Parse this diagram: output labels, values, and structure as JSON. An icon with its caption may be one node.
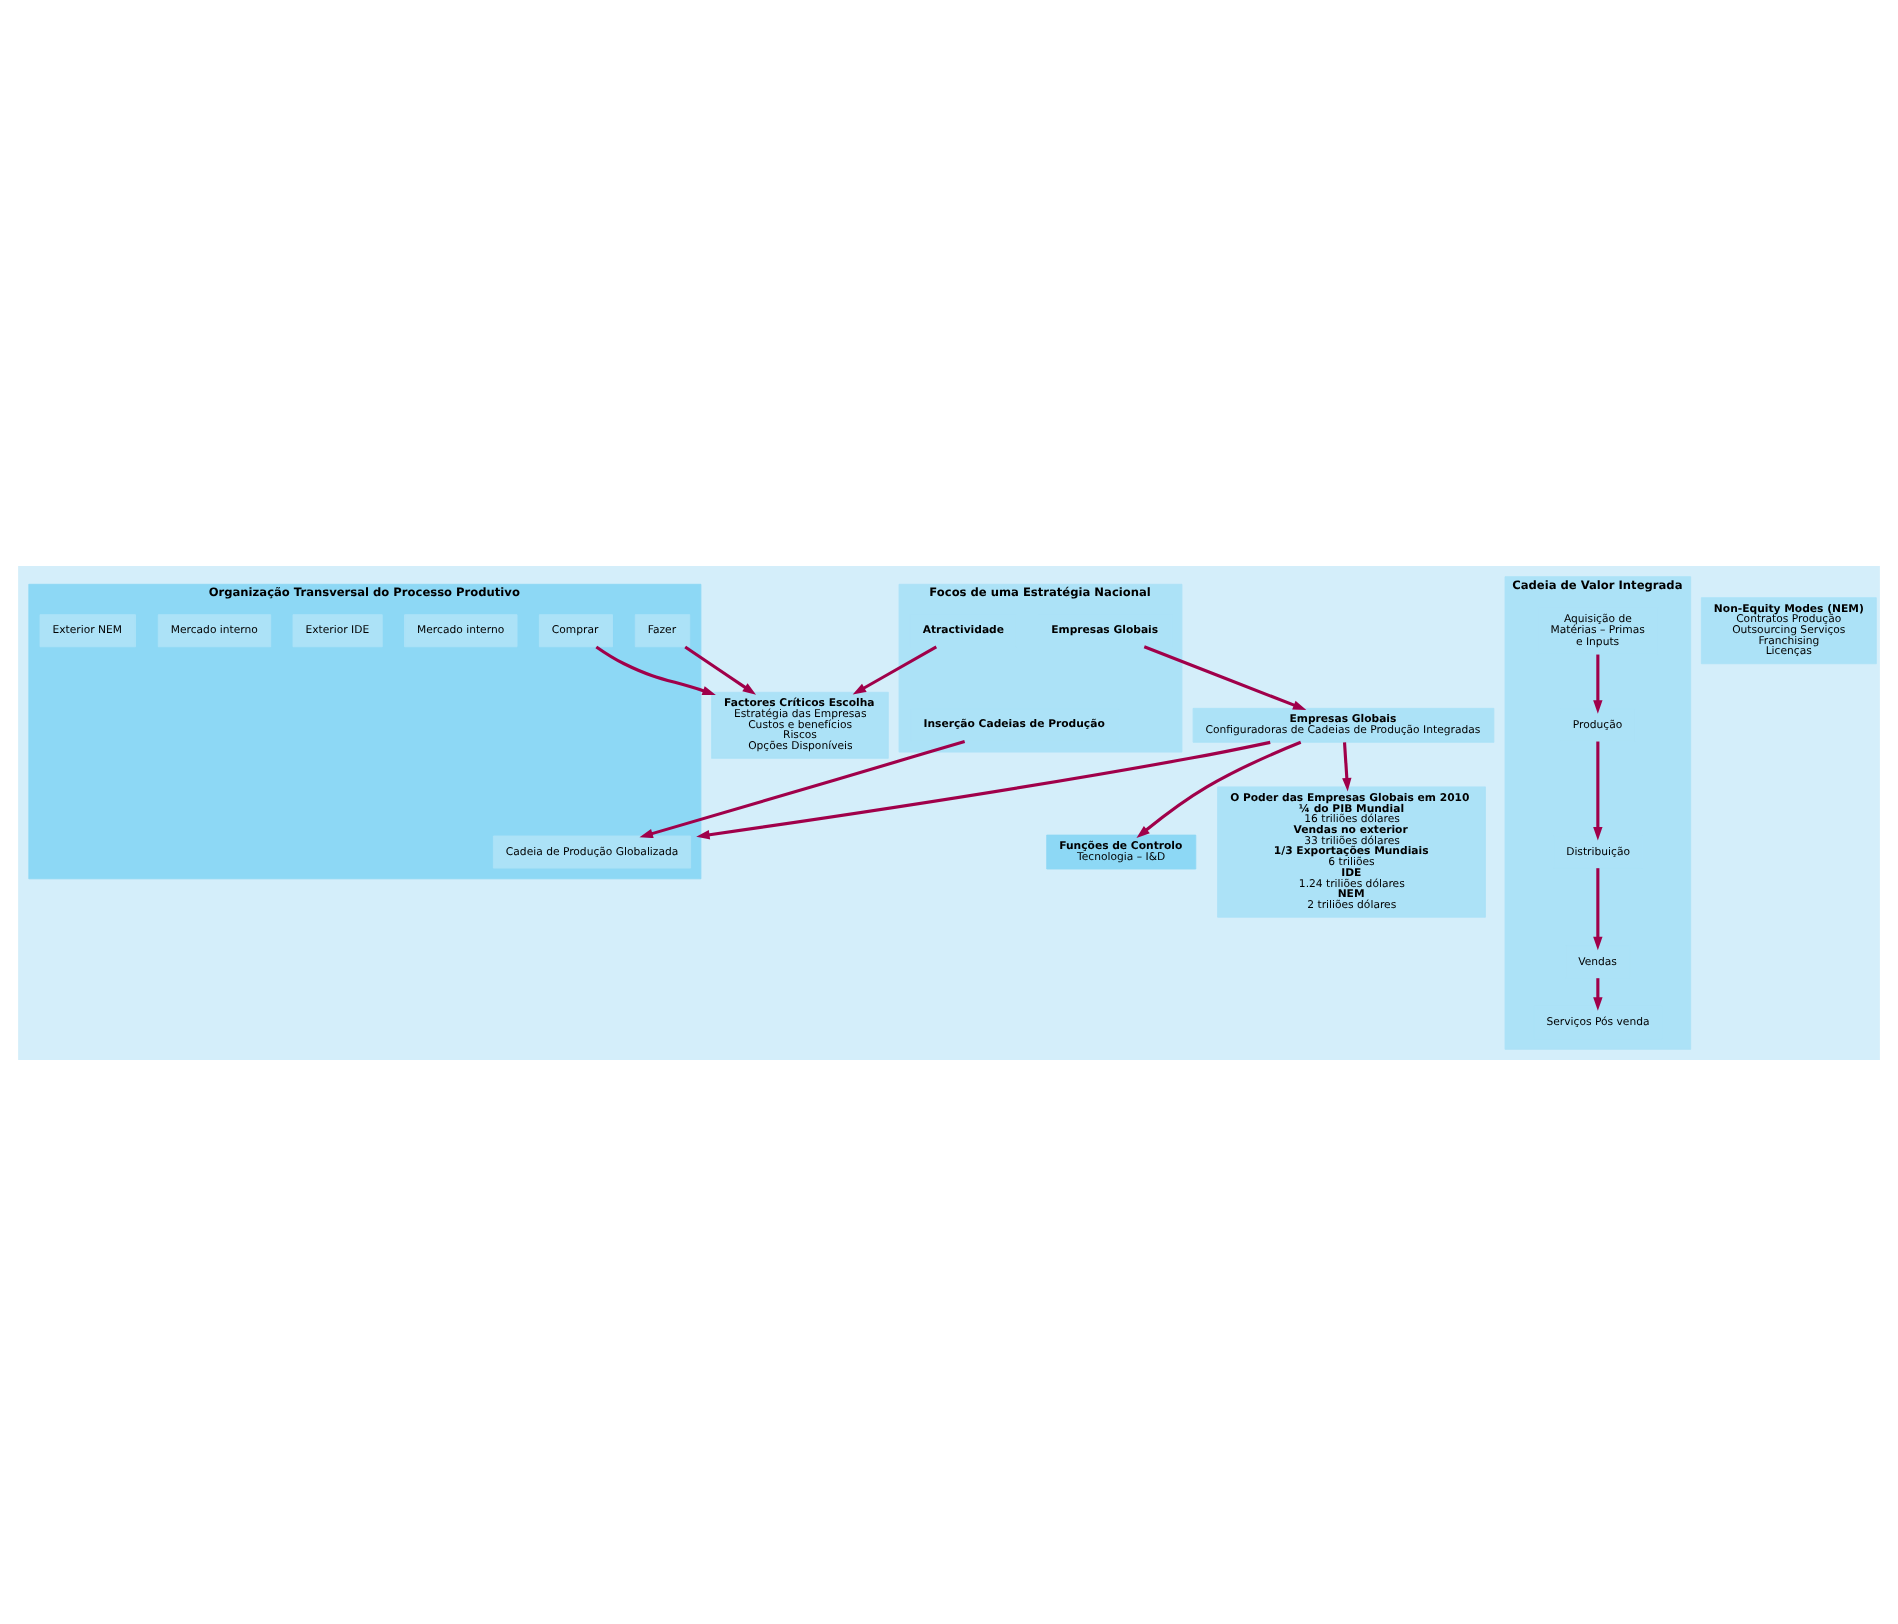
{
  "diagram": {
    "nodes": [
      {
        "text": [
          "Funções de Controlo",
          "Tecnologia – I&D"
        ]
      },
      {
        "text": [
          "Cadeia de Valor Integrada"
        ]
      },
      {
        "text": [
          "Aquisição de Matérias – Primas e Inputs"
        ],
        "in": 1
      },
      {
        "text": [
          "Produção"
        ],
        "in": 1
      },
      {
        "text": [
          "Distribuição"
        ],
        "in": 1
      },
      {
        "text": [
          "Vendas"
        ],
        "in": 1
      },
      {
        "text": [
          "Serviços Pós venda"
        ],
        "in": 1
      },
      {
        "text": [
          "Empresas Globais",
          "Configuradoras de Cadeias de Produção Integradas"
        ]
      },
      {
        "text": [
          "Organização Transversal do Processo Produtivo"
        ]
      },
      {
        "text": [
          "Cadeia de Produção Globalizada"
        ],
        "in": 8
      },
      {
        "text": [
          "Fazer"
        ],
        "in": 8
      },
      {
        "text": [
          "Comprar"
        ],
        "in": 8
      },
      {
        "text": [
          "Mercado interno"
        ],
        "in": 8
      },
      {
        "text": [
          "Exterior IDE"
        ],
        "in": 8
      },
      {
        "text": [
          "Mercado interno"
        ],
        "in": 8
      },
      {
        "text": [
          "Exterior NEM"
        ],
        "in": 8
      },
      {
        "text": [
          "O Poder das Empresas Globais em 2010",
          "¼ do PIB Mundial",
          "16 triliões dólares",
          "Vendas no exterior",
          "33 triliões dólares",
          "1/3 Exportações Mundiais",
          "6 triliões",
          "IDE",
          "1.24 triliões dólares",
          "NEM",
          "2 triliões dólares"
        ]
      },
      {
        "text": [
          "Focos de uma Estratégia Nacional"
        ]
      },
      {
        "text": [
          "Empresas Globais"
        ],
        "in": 17
      },
      {
        "text": [
          "Inserção Cadeias de Produção"
        ],
        "in": 17
      },
      {
        "text": [
          "Atractividade"
        ],
        "in": 17
      },
      {
        "text": [
          "Factores Críticos Escolha",
          "Estratégia das Empresas",
          "Custos e benefícios",
          "Riscos",
          "Opções Disponíveis"
        ]
      },
      {
        "text": [
          "Non-Equity Modes (NEM)",
          "Contratos Produção",
          "Outsourcing Serviços",
          "Franchising",
          "Licenças"
        ]
      }
    ],
    "edges": [
      {
        "from": 7,
        "to": 0,
        "arrow": "to"
      },
      {
        "from": 7,
        "to": 16,
        "arrow": "to"
      },
      {
        "from": 7,
        "to": 8,
        "arrow": "to"
      },
      {
        "from": 2,
        "to": 3,
        "arrow": "to"
      },
      {
        "from": 3,
        "to": 4,
        "arrow": "to"
      },
      {
        "from": 4,
        "to": 5,
        "arrow": "to"
      },
      {
        "from": 5,
        "to": 6,
        "arrow": "to"
      },
      {
        "from": 10,
        "to": 21,
        "arrow": "to"
      },
      {
        "from": 11,
        "to": 21,
        "arrow": "to"
      },
      {
        "from": 18,
        "to": 7,
        "arrow": "to"
      },
      {
        "from": 19,
        "to": 9,
        "arrow": "to"
      },
      {
        "from": 20,
        "to": 21,
        "arrow": "to"
      }
    ]
  }
}
